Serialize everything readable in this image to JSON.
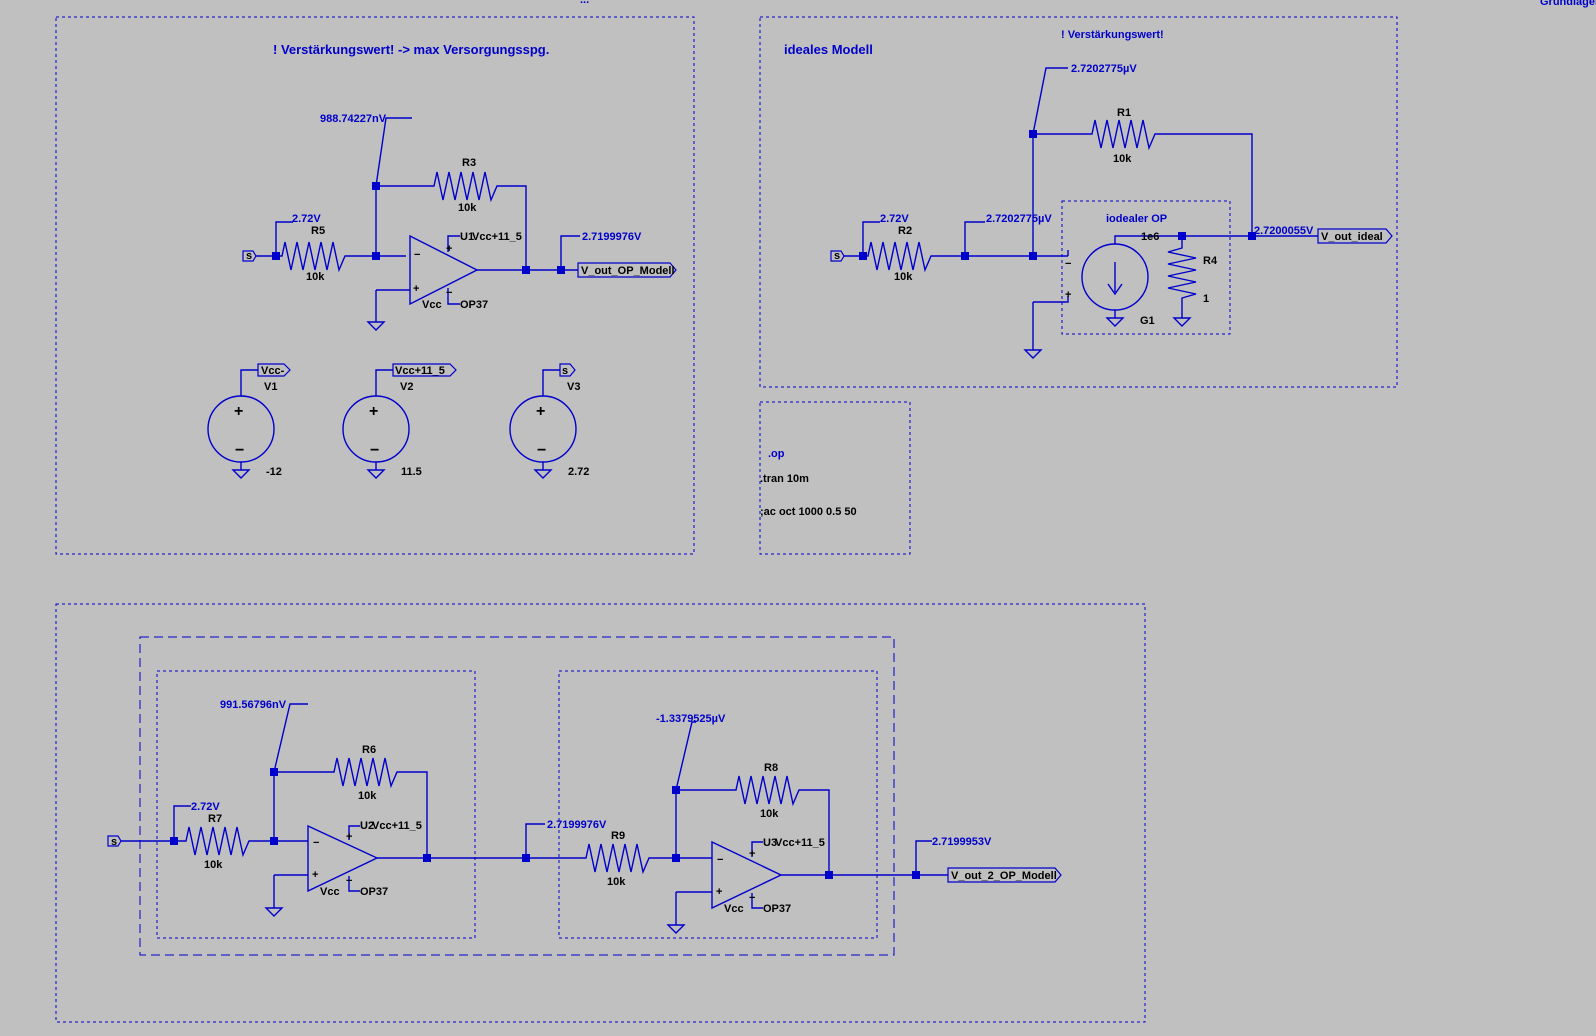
{
  "top_text": "...",
  "top_right_text": "Grundlagen",
  "titles": {
    "gain_note": "! Verstärkungswert! -> max Versorgungsspg.",
    "ideal_model": "ideales  Modell",
    "gain_note_2": "! Verstärkungswert!"
  },
  "directives": {
    "op": ".op",
    "tran": ".tran 10m",
    "ac": ";ac oct 1000 0.5 50"
  },
  "circuit1": {
    "in_flag": "s",
    "v_in": "2.72V",
    "r5_name": "R5",
    "r5_val": "10k",
    "r3_name": "R3",
    "r3_val": "10k",
    "v_minus": "988.74227nV",
    "opamp_supply_pos": "Vcc+11_5",
    "opamp_supply_neg": "Vcc",
    "opamp_model": "OP37",
    "opamp_name": "U1",
    "v_out": "2.7199976V",
    "out_flag": "V_out_OP_Modell"
  },
  "sources": [
    {
      "name": "V1",
      "flag": "Vcc-",
      "value": "-12"
    },
    {
      "name": "V2",
      "flag": "Vcc+11_5",
      "value": "11.5"
    },
    {
      "name": "V3",
      "flag": "s",
      "value": "2.72"
    }
  ],
  "circuit2": {
    "in_flag": "s",
    "v_in": "2.72V",
    "r2_name": "R2",
    "r2_val": "10k",
    "r1_name": "R1",
    "r1_val": "10k",
    "v_minus_top": "2.7202775µV",
    "v_minus": "2.7202775µV",
    "box_label": "iodealer OP",
    "gain": "1e6",
    "g_name": "G1",
    "r4_name": "R4",
    "r4_val": "1",
    "v_out": "2.7200055V",
    "out_flag": "V_out_ideal"
  },
  "circuit3": {
    "in_flag": "s",
    "v_in": "2.72V",
    "r7_name": "R7",
    "r7_val": "10k",
    "r6_name": "R6",
    "r6_val": "10k",
    "v_minus1": "991.56796nV",
    "opamp1_supply_pos": "Vcc+11_5",
    "opamp1_name": "U2",
    "opamp1_supply_neg": "Vcc",
    "opamp1_model": "OP37",
    "v_mid": "2.7199976V",
    "r9_name": "R9",
    "r9_val": "10k",
    "r8_name": "R8",
    "r8_val": "10k",
    "v_minus2": "-1.3379525µV",
    "opamp2_supply_pos": "Vcc+11_5",
    "opamp2_name": "U3",
    "opamp2_supply_neg": "Vcc",
    "opamp2_model": "OP37",
    "v_out": "2.7199953V",
    "out_flag": "V_out_2_OP_Modell"
  }
}
